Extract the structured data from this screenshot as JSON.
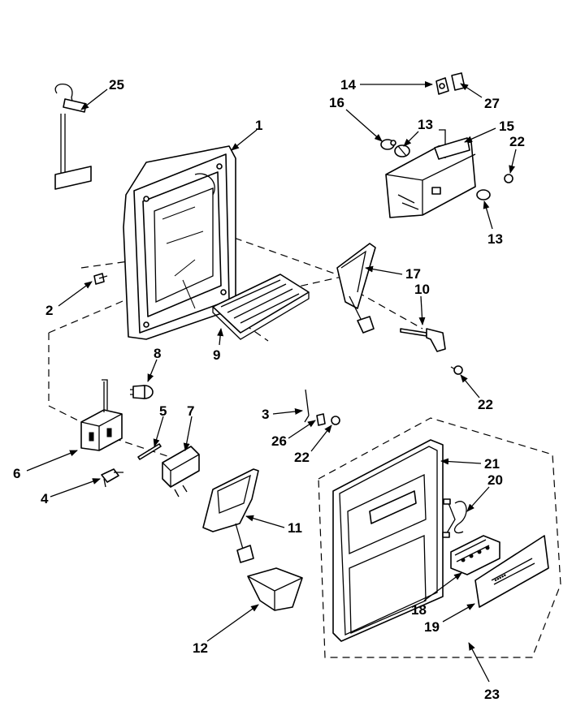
{
  "labels": {
    "p1": "1",
    "p2": "2",
    "p3": "3",
    "p4": "4",
    "p5": "5",
    "p6": "6",
    "p7": "7",
    "p8": "8",
    "p9": "9",
    "p10": "10",
    "p11": "11",
    "p12": "12",
    "p13a": "13",
    "p13b": "13",
    "p14": "14",
    "p15": "15",
    "p16": "16",
    "p17": "17",
    "p18": "18",
    "p19": "19",
    "p20": "20",
    "p21": "21",
    "p22a": "22",
    "p22b": "22",
    "p22c": "22",
    "p23": "23",
    "p25": "25",
    "p26": "26",
    "p27": "27"
  }
}
